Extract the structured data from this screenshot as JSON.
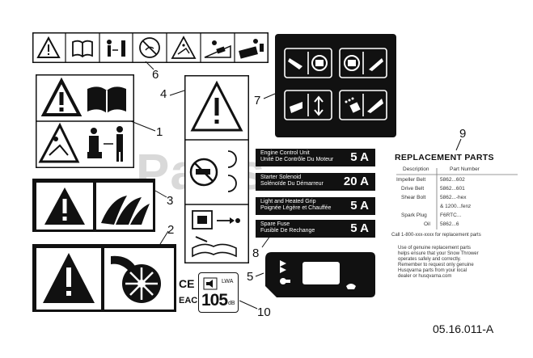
{
  "watermark": "Parts",
  "callouts": [
    "1",
    "2",
    "3",
    "4",
    "5",
    "6",
    "7",
    "8",
    "9",
    "10"
  ],
  "drawing_number": "05.16.011-A",
  "replacement_parts": {
    "title": "REPLACEMENT PARTS",
    "col_description": "Description",
    "col_part_number": "Part Number",
    "rows": [
      {
        "desc": "Impeller Belt",
        "part": "5862...602"
      },
      {
        "desc": "Drive Belt",
        "part": "5862...601"
      },
      {
        "desc": "Shear Bolt",
        "part": "5862...-hex"
      },
      {
        "desc": "",
        "part": "& 1200...fenz"
      },
      {
        "desc": "Spark Plug",
        "part": "F6RTC..."
      },
      {
        "desc": "Oil",
        "part": "5862...6"
      }
    ],
    "footer_lines": [
      "Call 1-800-xxx-xxxx for replacement parts",
      "Use of genuine replacement parts",
      "helps ensure that your Snow Thrower",
      "operates safely and correctly.",
      "Remember to request only genuine",
      "Husqvarna parts from your local",
      "dealer or husqvarna.com"
    ]
  },
  "fuses": [
    {
      "line1": "Engine Control Unit",
      "line2": "Unité De Contrôle Du Moteur",
      "amp": "5 A"
    },
    {
      "line1": "Starter Solenoid",
      "line2": "Solénoïde Du Démarreur",
      "amp": "20 A"
    },
    {
      "line1": "Light and Heated Grip",
      "line2": "Poignée Légère et Chauffée",
      "amp": "5 A"
    },
    {
      "line1": "Spare Fuse",
      "line2": "Fusible De Rechange",
      "amp": "5 A"
    }
  ],
  "noise": {
    "label": "LWA",
    "value": "105",
    "unit": "dB"
  },
  "marks": {
    "ce": "CE",
    "eac": "EAC"
  },
  "colors": {
    "ink": "#111111",
    "paper": "#ffffff",
    "watermark": "#d9d9d9"
  }
}
